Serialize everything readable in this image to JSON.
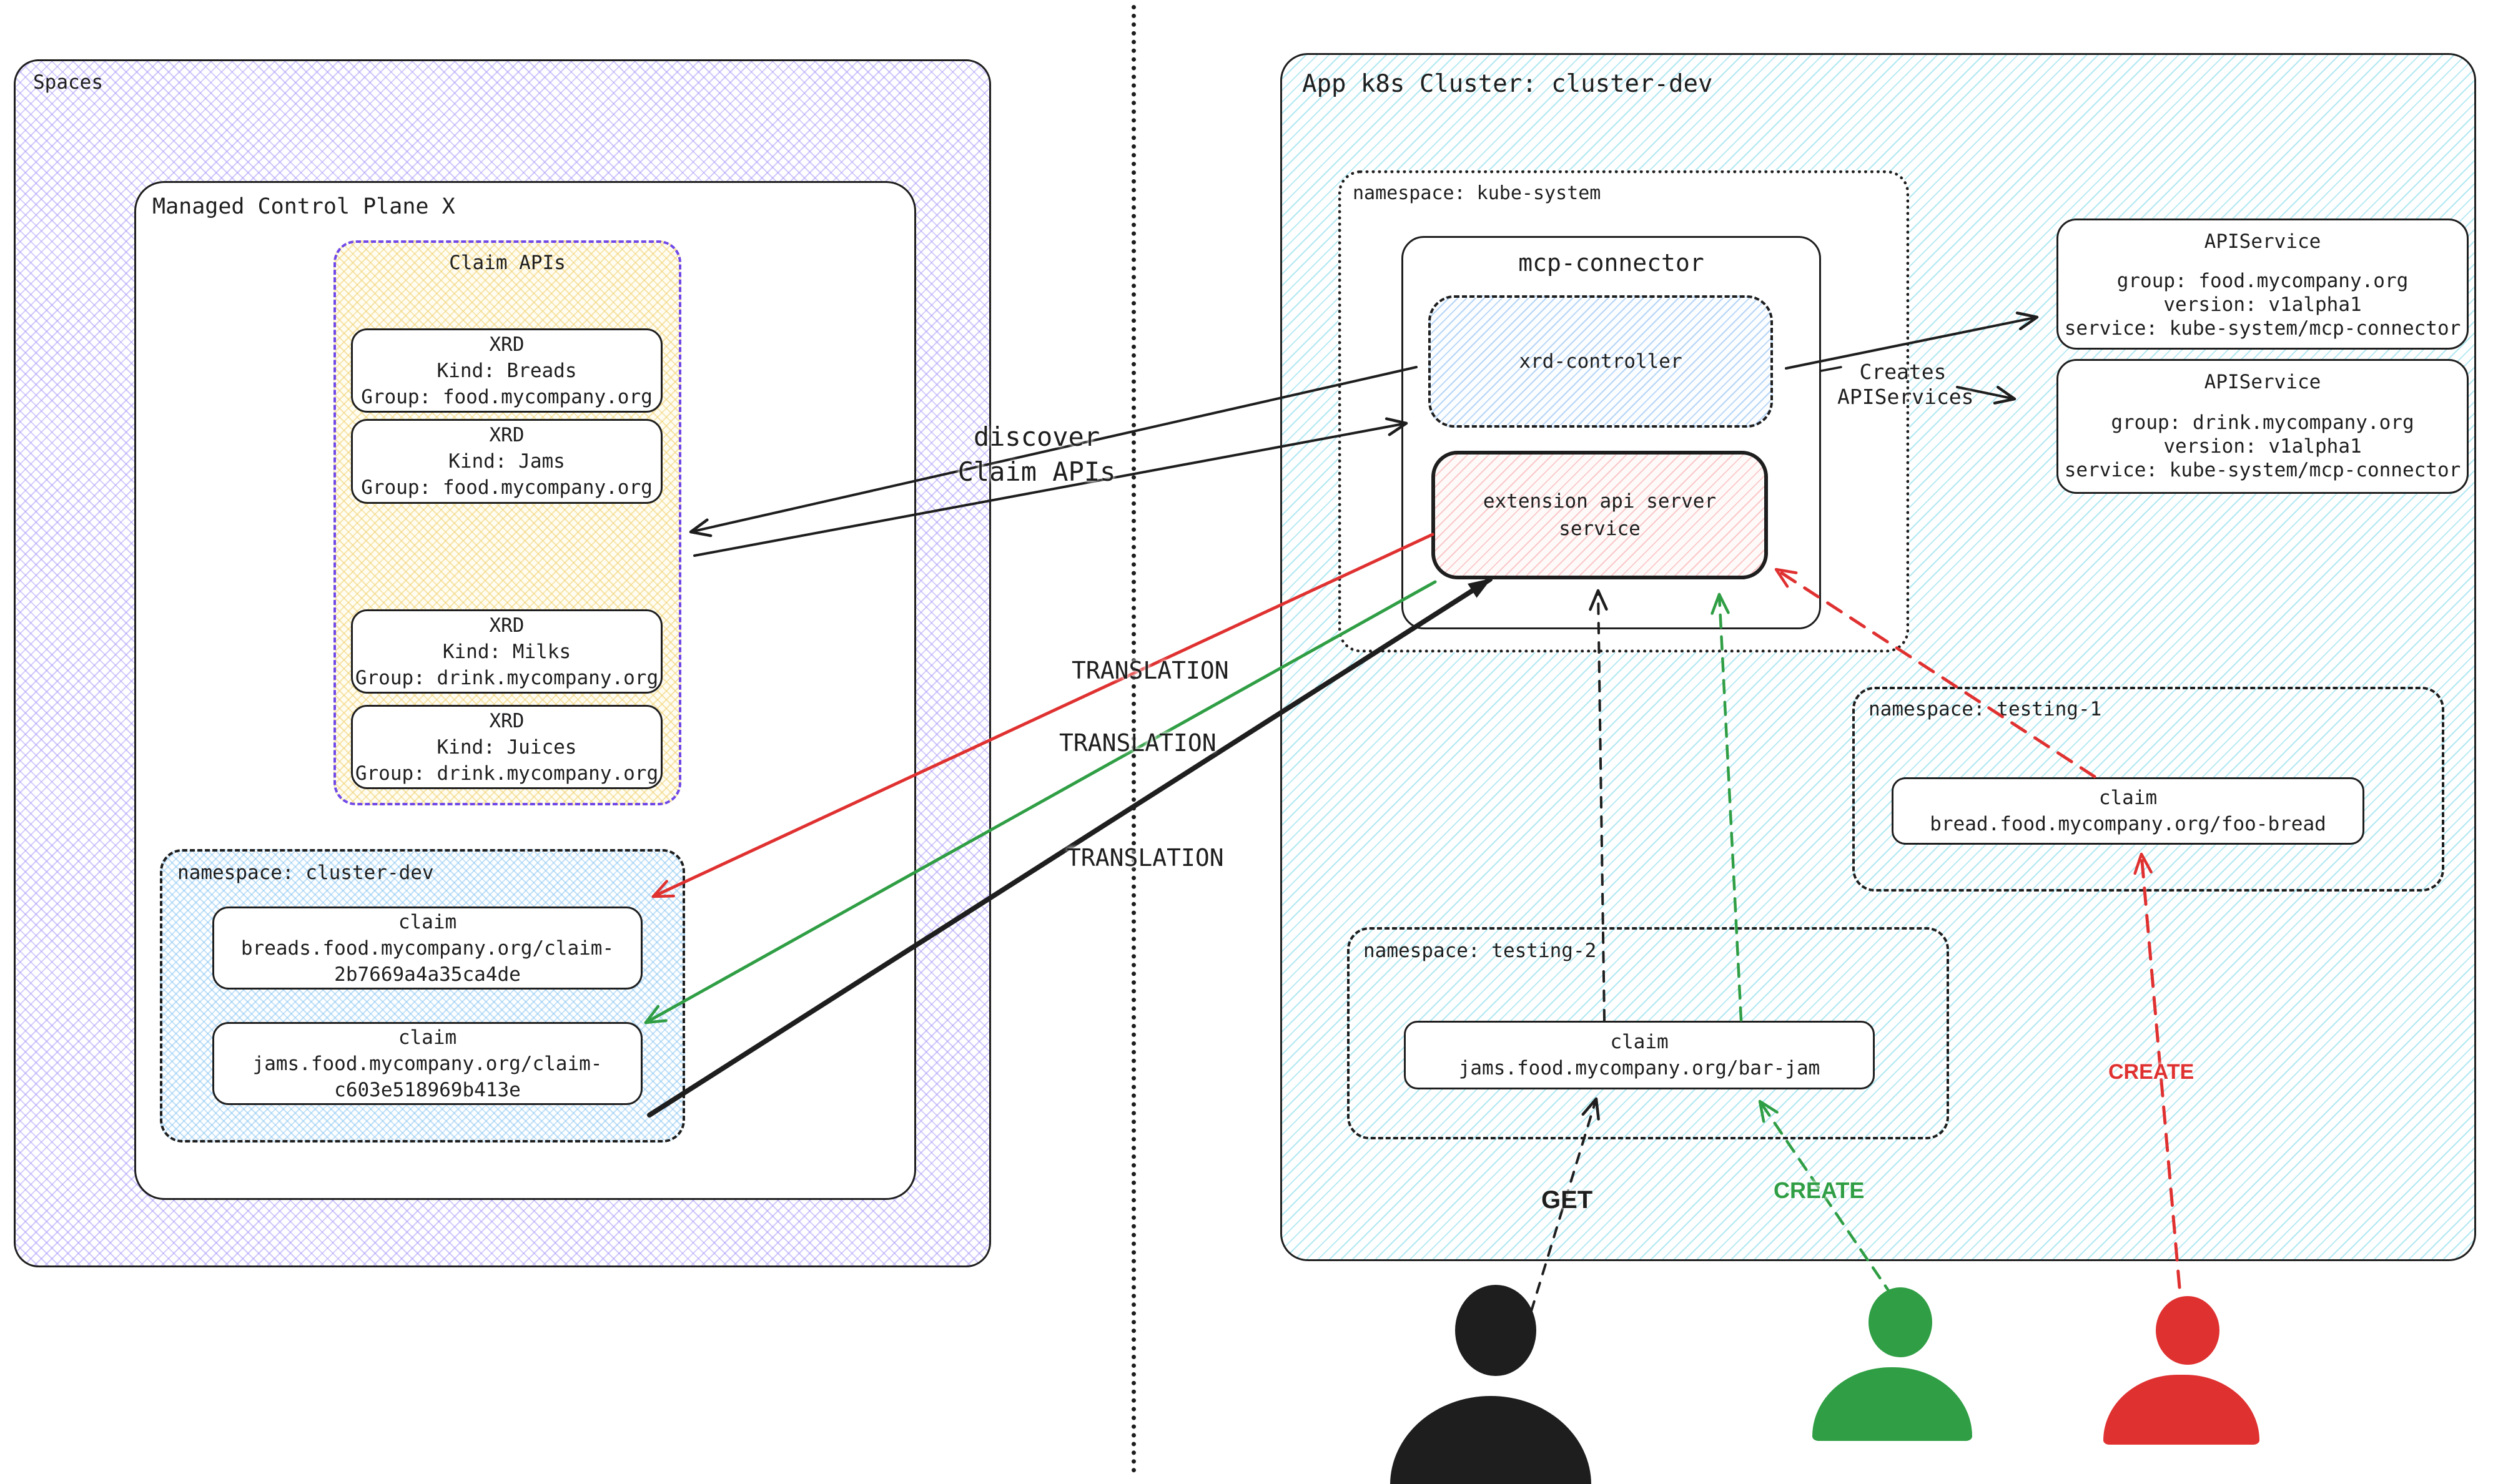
{
  "diagram": {
    "spaces": {
      "label": "Spaces",
      "mcpx_label": "Managed Control Plane X",
      "claim_apis": {
        "title": "Claim APIs",
        "xrds": [
          "XRD\nKind: Breads\nGroup: food.mycompany.org",
          "XRD\nKind: Jams\nGroup: food.mycompany.org",
          "XRD\nKind: Milks\nGroup: drink.mycompany.org",
          "XRD\nKind: Juices\nGroup: drink.mycompany.org"
        ]
      },
      "ns_cluster_dev": {
        "label": "namespace: cluster-dev",
        "claims": [
          "claim\nbreads.food.mycompany.org/claim-\n2b7669a4a35ca4de",
          "claim\njams.food.mycompany.org/claim-\nc603e518969b413e"
        ]
      }
    },
    "cluster": {
      "label": "App k8s Cluster: cluster-dev",
      "ns_kube_system": {
        "label": "namespace: kube-system",
        "mcp_connector": {
          "title": "mcp-connector",
          "xrd_controller_label": "xrd-controller",
          "extension_label": "extension api server\nservice"
        }
      },
      "api_services": [
        {
          "title": "APIService",
          "details": "group: food.mycompany.org\nversion: v1alpha1\nservice: kube-system/mcp-connector"
        },
        {
          "title": "APIService",
          "details": "group: drink.mycompany.org\nversion: v1alpha1\nservice: kube-system/mcp-connector"
        }
      ],
      "creates_label": "Creates\nAPIServices",
      "ns_testing_1": {
        "label": "namespace: testing-1",
        "claim": "claim\nbread.food.mycompany.org/foo-bread"
      },
      "ns_testing_2": {
        "label": "namespace: testing-2",
        "claim": "claim\njams.food.mycompany.org/bar-jam"
      }
    },
    "edge_labels": {
      "discover": "discover\nClaim APIs",
      "translation_top": "TRANSLATION",
      "translation_mid": "TRANSLATION",
      "translation_bottom": "TRANSLATION",
      "get": "GET",
      "create_green": "CREATE",
      "create_red": "CREATE"
    },
    "actors": [
      {
        "name": "user-black",
        "color": "#1e1e1e"
      },
      {
        "name": "user-green",
        "color": "#2f9e44"
      },
      {
        "name": "user-red",
        "color": "#e03131"
      }
    ],
    "colors": {
      "stroke": "#1e1e1e",
      "red": "#e03131",
      "green": "#2f9e44",
      "purple_dashed": "#7048e8",
      "lavender_hatch": "#a594f9",
      "yellow_hatch": "#f0d070",
      "blue_hatch": "#7db4f0",
      "teal_hatch": "#66d9e8",
      "pink_hatch": "#fa9a9a"
    }
  }
}
